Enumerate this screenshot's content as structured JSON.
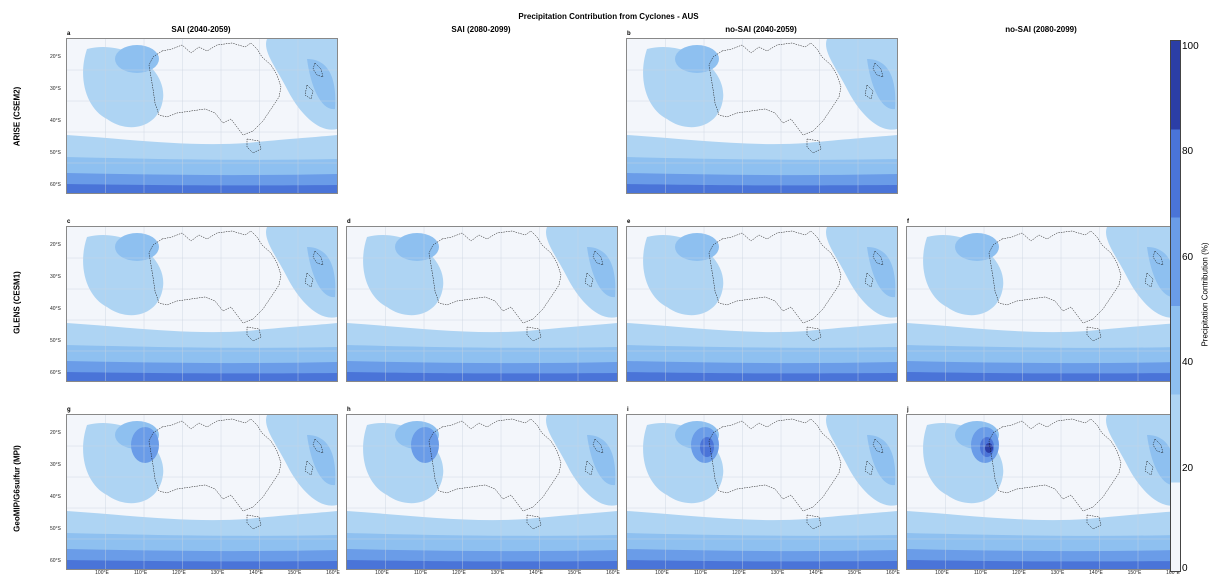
{
  "figure": {
    "title": "Precipitation Contribution from Cyclones - AUS",
    "columns": [
      "SAI (2040-2059)",
      "SAI (2080-2099)",
      "no-SAI (2040-2059)",
      "no-SAI (2080-2099)"
    ],
    "rows": [
      "ARISE (CSEM2)",
      "GLENS (CESM1)",
      "GeoMIP/G6sulfur (MPI)"
    ],
    "panels": [
      {
        "letter": "a",
        "row": 0,
        "col": 0,
        "hotspot": 0
      },
      {
        "letter": "b",
        "row": 0,
        "col": 2,
        "hotspot": 0
      },
      {
        "letter": "c",
        "row": 1,
        "col": 0,
        "hotspot": 0
      },
      {
        "letter": "d",
        "row": 1,
        "col": 1,
        "hotspot": 0
      },
      {
        "letter": "e",
        "row": 1,
        "col": 2,
        "hotspot": 0
      },
      {
        "letter": "f",
        "row": 1,
        "col": 3,
        "hotspot": 0
      },
      {
        "letter": "g",
        "row": 2,
        "col": 0,
        "hotspot": 1
      },
      {
        "letter": "h",
        "row": 2,
        "col": 1,
        "hotspot": 1
      },
      {
        "letter": "i",
        "row": 2,
        "col": 2,
        "hotspot": 2
      },
      {
        "letter": "j",
        "row": 2,
        "col": 3,
        "hotspot": 3
      }
    ],
    "lat_ticks": [
      "20°S",
      "30°S",
      "40°S",
      "50°S",
      "60°S"
    ],
    "lon_ticks": [
      "100°E",
      "110°E",
      "120°E",
      "130°E",
      "140°E",
      "150°E",
      "160°E"
    ],
    "colorbar": {
      "label": "Precipitation Contribution (%)",
      "ticks": [
        "0",
        "20",
        "40",
        "60",
        "80",
        "100"
      ],
      "colors": [
        "#f3f6fb",
        "#aed4f3",
        "#8ec0f0",
        "#6a9ce8",
        "#4a74d8",
        "#2b3ea6"
      ]
    }
  }
}
